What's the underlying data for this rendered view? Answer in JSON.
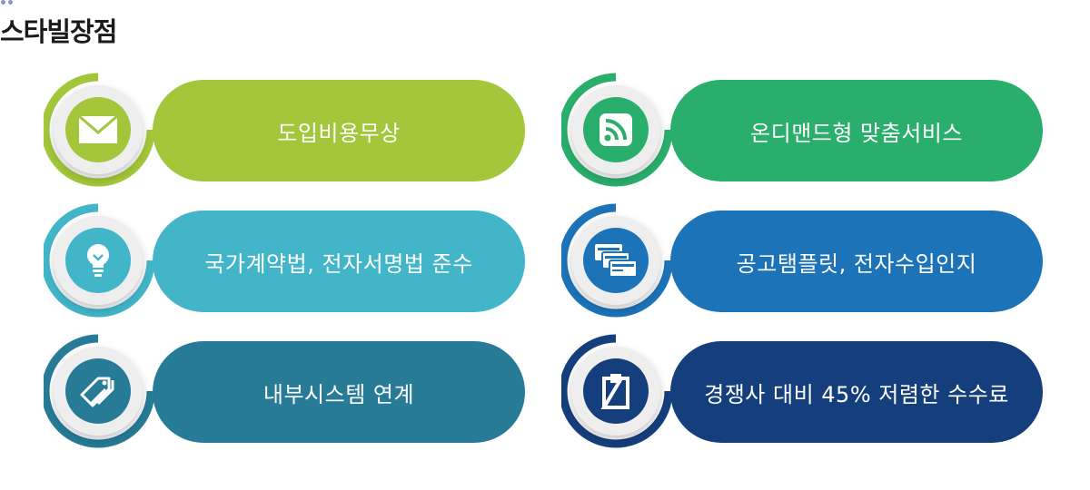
{
  "page": {
    "title": "스타빌장점"
  },
  "features": [
    {
      "label": "도입비용무상",
      "icon": "envelope-icon",
      "color": "#a3c63a"
    },
    {
      "label": "온디맨드형 맞춤서비스",
      "icon": "rss-icon",
      "color": "#2aae6c"
    },
    {
      "label": "국가계약법, 전자서명법 준수",
      "icon": "lightbulb-icon",
      "color": "#42b5c9"
    },
    {
      "label": "공고탬플릿, 전자수입인지",
      "icon": "stacked-cards-icon",
      "color": "#1c73b8"
    },
    {
      "label": "내부시스템 연계",
      "icon": "tags-icon",
      "color": "#277b96"
    },
    {
      "label": "경쟁사 대비 45% 저렴한 수수료",
      "icon": "clipboard-icon",
      "color": "#153f7c"
    }
  ]
}
